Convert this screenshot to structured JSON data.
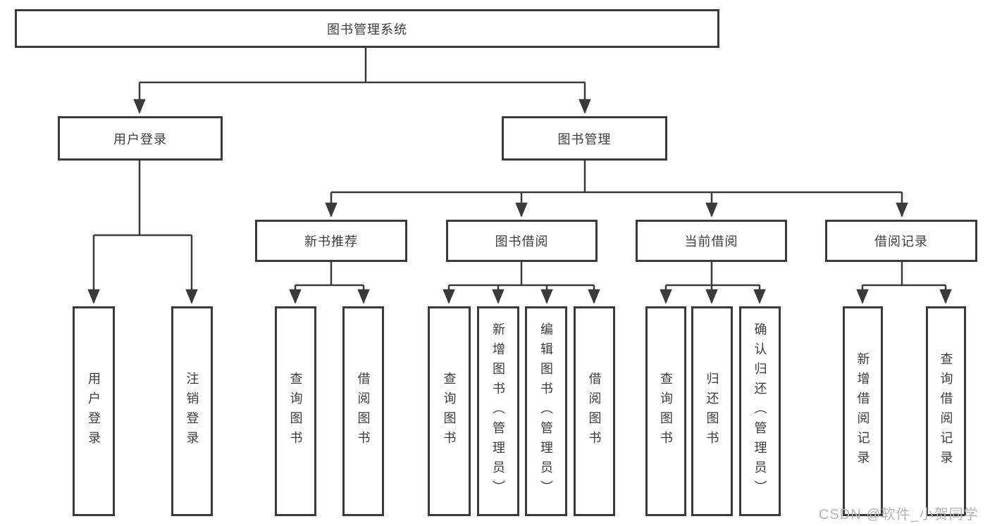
{
  "diagram": {
    "type": "hierarchy-tree",
    "root": {
      "label": "图书管理系统"
    },
    "branches": [
      {
        "label": "用户登录",
        "children": [
          {
            "label": "用户登录"
          },
          {
            "label": "注销登录"
          }
        ]
      },
      {
        "label": "图书管理",
        "children": [
          {
            "label": "新书推荐",
            "children": [
              {
                "label": "查询图书"
              },
              {
                "label": "借阅图书"
              }
            ]
          },
          {
            "label": "图书借阅",
            "children": [
              {
                "label": "查询图书"
              },
              {
                "label": "新增图书（管理员）"
              },
              {
                "label": "编辑图书（管理员）"
              },
              {
                "label": "借阅图书"
              }
            ]
          },
          {
            "label": "当前借阅",
            "children": [
              {
                "label": "查询图书"
              },
              {
                "label": "归还图书"
              },
              {
                "label": "确认归还（管理员）"
              }
            ]
          },
          {
            "label": "借阅记录",
            "children": [
              {
                "label": "新增借阅记录"
              },
              {
                "label": "查询借阅记录"
              }
            ]
          }
        ]
      }
    ]
  },
  "watermark": {
    "text": "CSDN @软件_小贺同学",
    "color": "#b5b5b5"
  },
  "colors": {
    "line": "#3a3a3a",
    "box_border": "#3a3a3a",
    "text": "#3d3d3d",
    "background": "#ffffff"
  }
}
